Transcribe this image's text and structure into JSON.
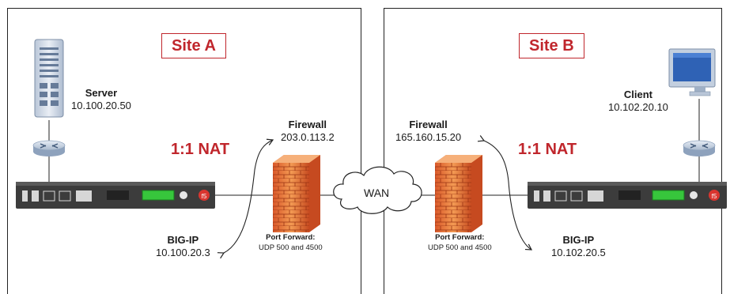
{
  "site_a": {
    "title": "Site A",
    "server": {
      "name": "Server",
      "ip": "10.100.20.50"
    },
    "nat_label": "1:1 NAT",
    "firewall": {
      "name": "Firewall",
      "ip": "203.0.113.2"
    },
    "bigip": {
      "name": "BIG-IP",
      "ip": "10.100.20.3"
    },
    "port_forward": {
      "name": "Port Forward:",
      "detail": "UDP 500 and 4500"
    }
  },
  "site_b": {
    "title": "Site B",
    "client": {
      "name": "Client",
      "ip": "10.102.20.10"
    },
    "nat_label": "1:1 NAT",
    "firewall": {
      "name": "Firewall",
      "ip": "165.160.15.20"
    },
    "bigip": {
      "name": "BIG-IP",
      "ip": "10.102.20.5"
    },
    "port_forward": {
      "name": "Port Forward:",
      "detail": "UDP 500 and 4500"
    }
  },
  "wan": {
    "label": "WAN"
  },
  "colors": {
    "accent": "#c0262c",
    "line": "#222222",
    "device_body": "#3c3c3c",
    "device_led": "#37c63c"
  },
  "icons": [
    "server-icon",
    "router-icon",
    "bigip-device-icon",
    "firewall-icon",
    "cloud-icon",
    "monitor-icon"
  ]
}
